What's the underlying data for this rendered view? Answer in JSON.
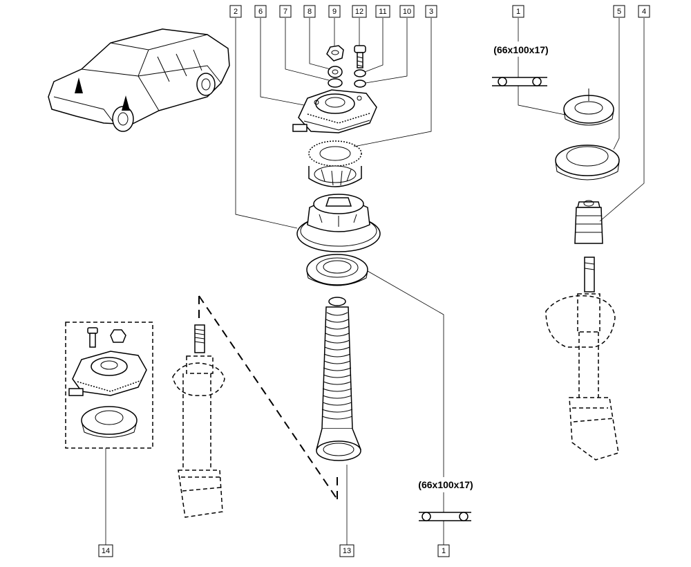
{
  "callouts": {
    "c2": "2",
    "c6": "6",
    "c7": "7",
    "c8": "8",
    "c9": "9",
    "c12": "12",
    "c11": "11",
    "c10": "10",
    "c3": "3",
    "c1_top": "1",
    "c5": "5",
    "c4": "4",
    "c14": "14",
    "c13": "13",
    "c1_bottom": "1"
  },
  "dimensions": {
    "bearing_top": "(66x100x17)",
    "bearing_bottom": "(66x100x17)"
  },
  "icons": [
    "car-icon",
    "strut-mount-icon",
    "bearing-icon",
    "dust-boot-icon",
    "shock-absorber-icon",
    "bump-stop-icon",
    "nut-icon",
    "bolt-icon",
    "washer-icon"
  ]
}
